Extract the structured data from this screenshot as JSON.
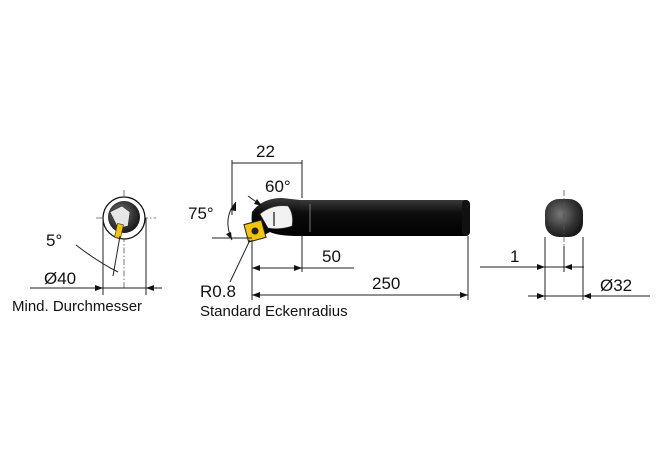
{
  "labels": {
    "chamfer_angle": "5°",
    "min_bore_diameter": "Ø40",
    "min_bore_caption": "Mind. Durchmesser",
    "head_length": "22",
    "lead_angle_1": "60°",
    "lead_angle_2": "75°",
    "shank_offset_length": "50",
    "overall_length": "250",
    "corner_radius": "R0.8",
    "corner_radius_caption": "Standard Eckenradius",
    "flat_depth": "1",
    "shank_diameter": "Ø32"
  },
  "colors": {
    "body": "#0d0d0d",
    "insert": "#f1c40f",
    "line": "#222222"
  }
}
